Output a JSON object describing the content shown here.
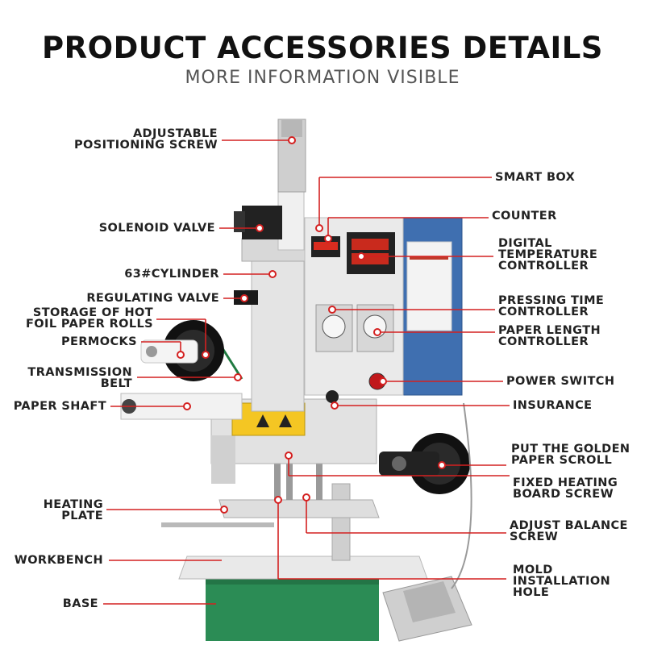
{
  "header": {
    "title": "PRODUCT ACCESSORIES DETAILS",
    "subtitle": "MORE INFORMATION VISIBLE"
  },
  "colors": {
    "leader": "#d42020",
    "dot": "#d42020",
    "box": "#3f6fb0",
    "base": "#2b8c55"
  },
  "left_labels": [
    {
      "id": "adjustable-positioning-screw",
      "lines": [
        "ADJUSTABLE",
        "POSITIONING SCREW"
      ]
    },
    {
      "id": "solenoid-valve",
      "lines": [
        "SOLENOID VALVE"
      ]
    },
    {
      "id": "cylinder",
      "lines": [
        "63#CYLINDER"
      ]
    },
    {
      "id": "regulating-valve",
      "lines": [
        "REGULATING VALVE"
      ]
    },
    {
      "id": "storage-hot-foil",
      "lines": [
        "STORAGE OF HOT",
        "FOIL PAPER ROLLS"
      ]
    },
    {
      "id": "permocks",
      "lines": [
        "PERMOCKS"
      ]
    },
    {
      "id": "transmission-belt",
      "lines": [
        "TRANSMISSION",
        "BELT"
      ]
    },
    {
      "id": "paper-shaft",
      "lines": [
        "PAPER SHAFT"
      ]
    },
    {
      "id": "heating-plate",
      "lines": [
        "HEATING",
        "PLATE"
      ]
    },
    {
      "id": "workbench",
      "lines": [
        "WORKBENCH"
      ]
    },
    {
      "id": "base",
      "lines": [
        "BASE"
      ]
    }
  ],
  "right_labels": [
    {
      "id": "smart-box",
      "lines": [
        "SMART BOX"
      ]
    },
    {
      "id": "counter",
      "lines": [
        "COUNTER"
      ]
    },
    {
      "id": "digital-temperature-controller",
      "lines": [
        "DIGITAL",
        "TEMPERATURE",
        "CONTROLLER"
      ]
    },
    {
      "id": "pressing-time-controller",
      "lines": [
        "PRESSING TIME",
        "CONTROLLER"
      ]
    },
    {
      "id": "paper-length-controller",
      "lines": [
        "PAPER LENGTH",
        "CONTROLLER"
      ]
    },
    {
      "id": "power-switch",
      "lines": [
        "POWER SWITCH"
      ]
    },
    {
      "id": "insurance",
      "lines": [
        "INSURANCE"
      ]
    },
    {
      "id": "golden-paper-scroll",
      "lines": [
        "PUT THE GOLDEN",
        "PAPER SCROLL"
      ]
    },
    {
      "id": "fixed-heating-board-screw",
      "lines": [
        "FIXED HEATING",
        "BOARD SCREW"
      ]
    },
    {
      "id": "adjust-balance-screw",
      "lines": [
        "ADJUST BALANCE",
        "SCREW"
      ]
    },
    {
      "id": "mold-installation-hole",
      "lines": [
        "MOLD",
        "INSTALLATION",
        "HOLE"
      ]
    }
  ]
}
